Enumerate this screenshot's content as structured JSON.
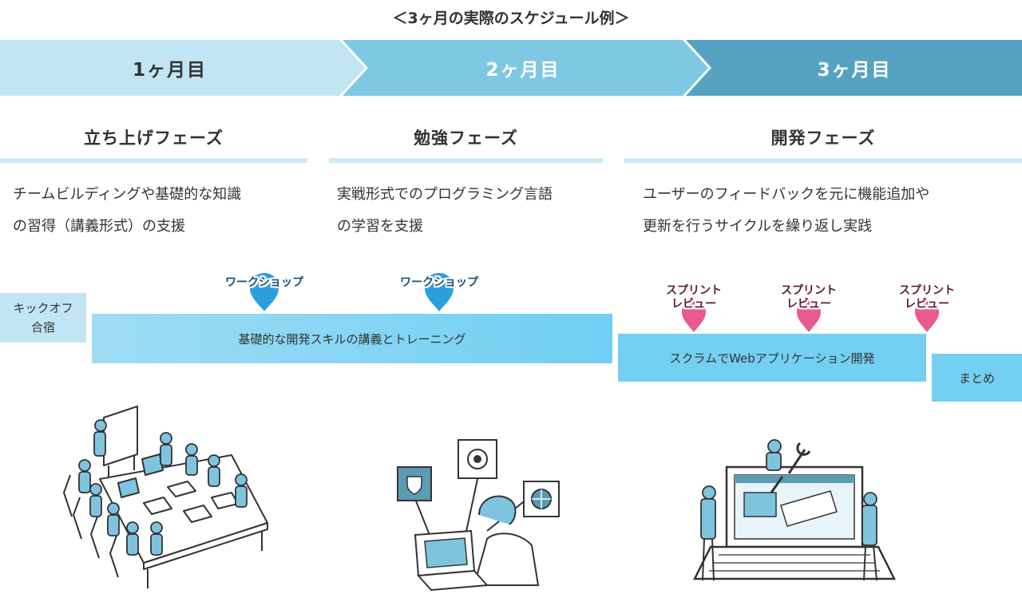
{
  "title": "＜3ヶ月の実際のスケジュール例＞",
  "months": [
    {
      "label": "1ヶ月目",
      "color": "#c2e5f4",
      "text_color": "#333333"
    },
    {
      "label": "2ヶ月目",
      "color": "#7ec8e4",
      "text_color": "#ffffff"
    },
    {
      "label": "3ヶ月目",
      "color": "#56a3c1",
      "text_color": "#ffffff"
    }
  ],
  "phases": [
    {
      "title": "立ち上げフェーズ",
      "desc_line1": "チームビルディングや基礎的な知識",
      "desc_line2": "の習得（講義形式）の支援"
    },
    {
      "title": "勉強フェーズ",
      "desc_line1": "実戦形式でのプログラミング言語",
      "desc_line2": "の学習を支援"
    },
    {
      "title": "開発フェーズ",
      "desc_line1": "ユーザーのフィードバックを元に機能追加や",
      "desc_line2": "更新を行うサイクルを繰り返し実践"
    }
  ],
  "markers": {
    "workshop": {
      "label": "ワークショップ",
      "color": "#2b9fde",
      "text_color": "#1b4d73"
    },
    "sprint": {
      "line1": "スプリント",
      "line2": "レビュー",
      "color": "#ea5a8e",
      "text_color": "#5c1b33"
    }
  },
  "activities": {
    "kickoff_line1": "キックオフ",
    "kickoff_line2": "合宿",
    "training": "基礎的な開発スキルの講義とトレーニング",
    "scrum": "スクラムでWebアプリケーション開発",
    "summary": "まとめ"
  },
  "colors": {
    "accent_light": "#cce9f5",
    "bar_blue": "#73d0f2"
  },
  "illustrations": [
    "meeting-illustration",
    "study-illustration",
    "development-illustration"
  ]
}
